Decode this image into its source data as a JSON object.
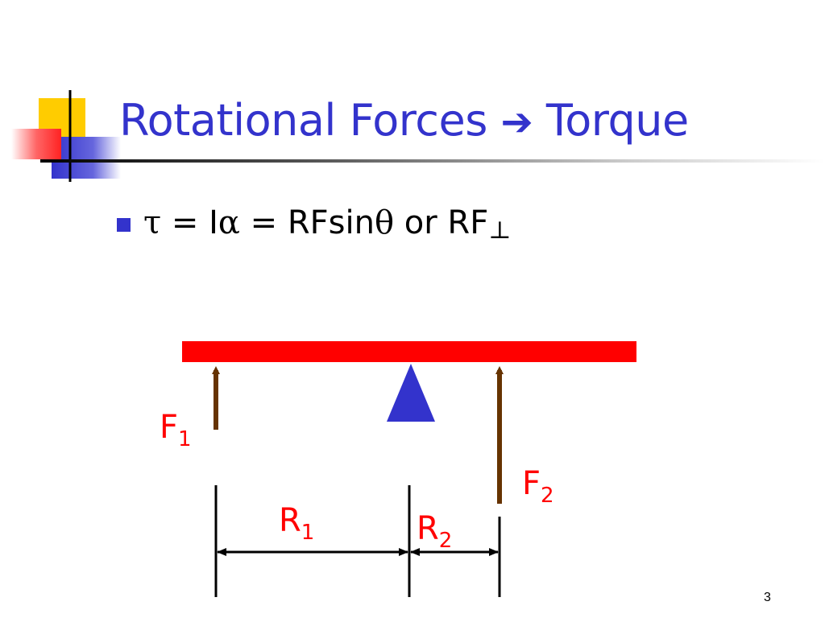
{
  "slide": {
    "title_left": "Rotational Forces",
    "title_arrow": "➔",
    "title_right": "Torque",
    "page_number": "3"
  },
  "bullet": {
    "tau": "τ",
    "eq1": " = I",
    "alpha": "α",
    "eq2": " = RFsin",
    "theta": "θ",
    "eq3": " or RF",
    "perp": "⊥"
  },
  "diagram": {
    "f1_main": "F",
    "f1_sub": "1",
    "f2_main": "F",
    "f2_sub": "2",
    "r1_main": "R",
    "r1_sub": "1",
    "r2_main": "R",
    "r2_sub": "2",
    "colors": {
      "beam": "#ff0000",
      "fulcrum": "#3333cc",
      "force_arrow": "#663300",
      "label": "#ff0000"
    }
  }
}
